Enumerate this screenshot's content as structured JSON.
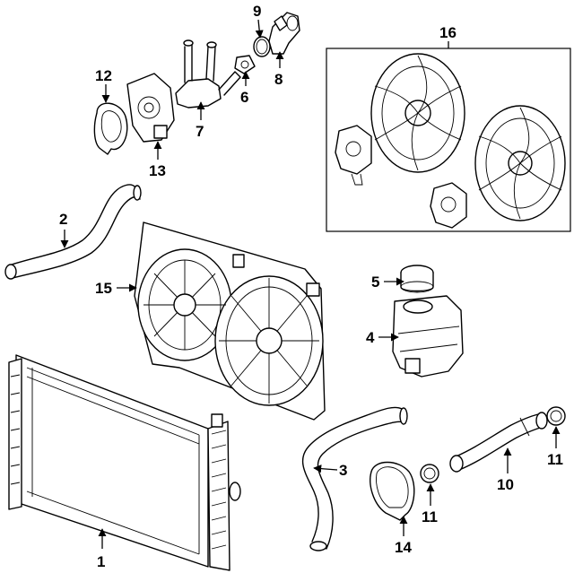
{
  "callouts": {
    "c1": "1",
    "c2": "2",
    "c3": "3",
    "c4": "4",
    "c5": "5",
    "c6": "6",
    "c7": "7",
    "c8": "8",
    "c9": "9",
    "c10": "10",
    "c11a": "11",
    "c11b": "11",
    "c12": "12",
    "c13": "13",
    "c14": "14",
    "c15": "15",
    "c16": "16"
  },
  "colors": {
    "line": "#000000",
    "background": "#ffffff"
  }
}
